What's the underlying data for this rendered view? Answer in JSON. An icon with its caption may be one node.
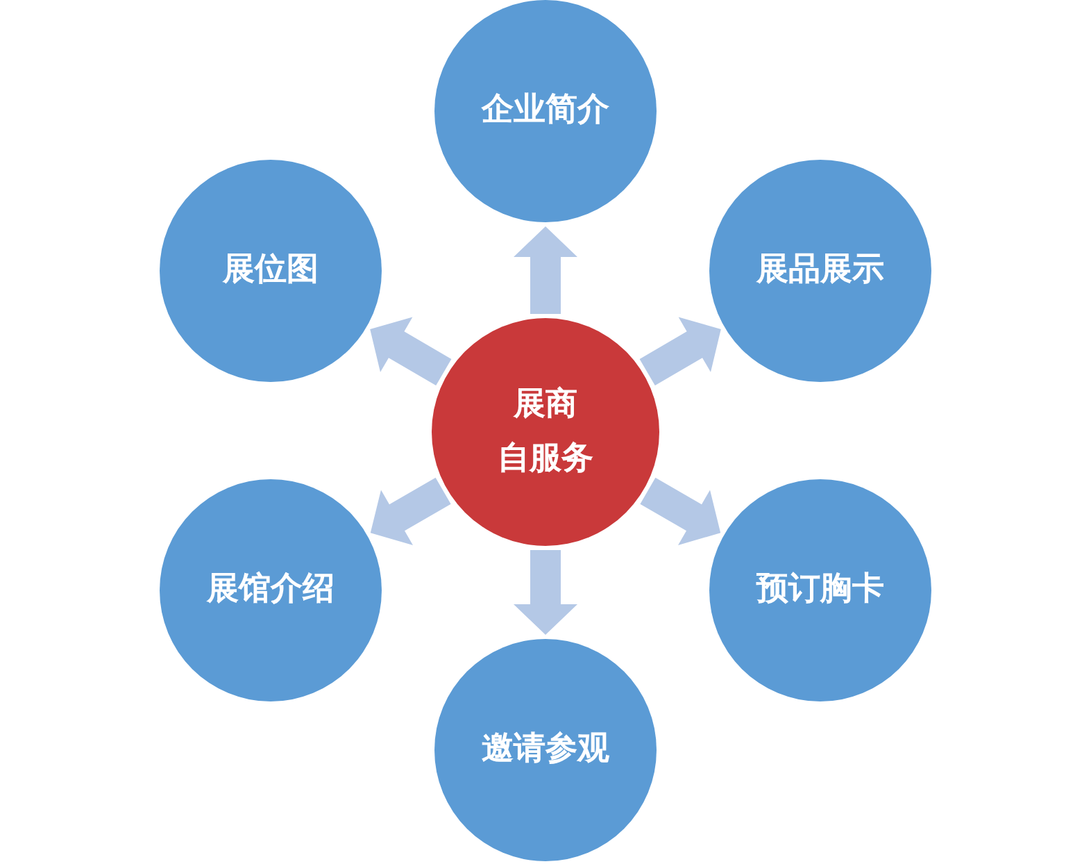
{
  "diagram": {
    "nodes": [
      {
        "text": [
          "展商",
          "自服务"
        ]
      },
      {
        "text": [
          "企业简介"
        ]
      },
      {
        "text": [
          "展品展示"
        ]
      },
      {
        "text": [
          "预订胸卡"
        ]
      },
      {
        "text": [
          "邀请参观"
        ]
      },
      {
        "text": [
          "展馆介绍"
        ]
      },
      {
        "text": [
          "展位图"
        ]
      }
    ],
    "edges": [
      {
        "from": 0,
        "to": 1,
        "arrow": "to"
      },
      {
        "from": 0,
        "to": 2,
        "arrow": "to"
      },
      {
        "from": 0,
        "to": 3,
        "arrow": "to"
      },
      {
        "from": 0,
        "to": 4,
        "arrow": "to"
      },
      {
        "from": 0,
        "to": 5,
        "arrow": "to"
      },
      {
        "from": 0,
        "to": 6,
        "arrow": "to"
      }
    ]
  }
}
